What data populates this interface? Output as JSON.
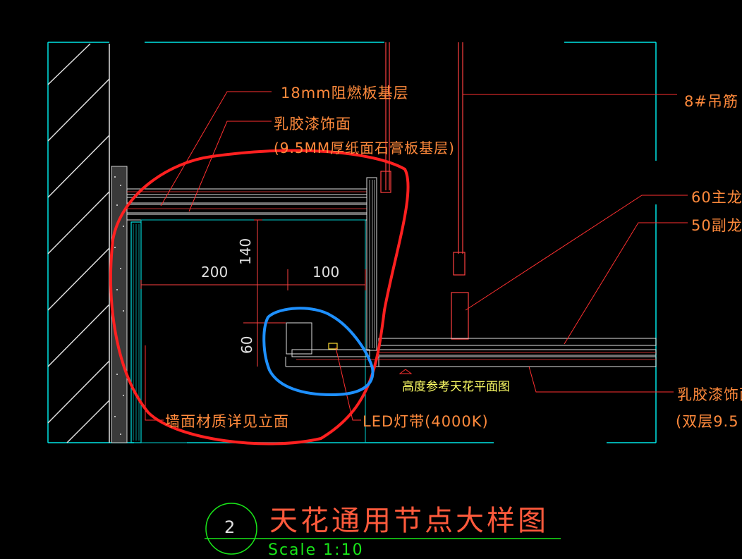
{
  "labels": {
    "board_base": "18mm阻燃板基层",
    "latex_finish": "乳胶漆饰面",
    "gypsum_base": "(9.5MM厚纸面石膏板基层)",
    "hanger_rod": "8#吊筋",
    "main_keel": "60主龙",
    "sub_keel": "50副龙",
    "wall_material": "墙面材质详见立面",
    "led_strip": "LED灯带(4000K)",
    "height_ref": "高度参考天花平面图",
    "latex_finish_right": "乳胶漆饰面",
    "double_layer": "(双层9.5"
  },
  "dimensions": {
    "d200": "200",
    "d140": "140",
    "d100": "100",
    "d60": "60"
  },
  "title_block": {
    "number": "2",
    "title": "天花通用节点大样图",
    "scale": "Scale 1:10"
  },
  "colors": {
    "background": "#000000",
    "frame": "#00ffff",
    "leader": "#ff3030",
    "annotation": "#ff8a3c",
    "highlight_red": "#ff2020",
    "highlight_blue": "#1e90ff",
    "title_line": "#19e619"
  }
}
